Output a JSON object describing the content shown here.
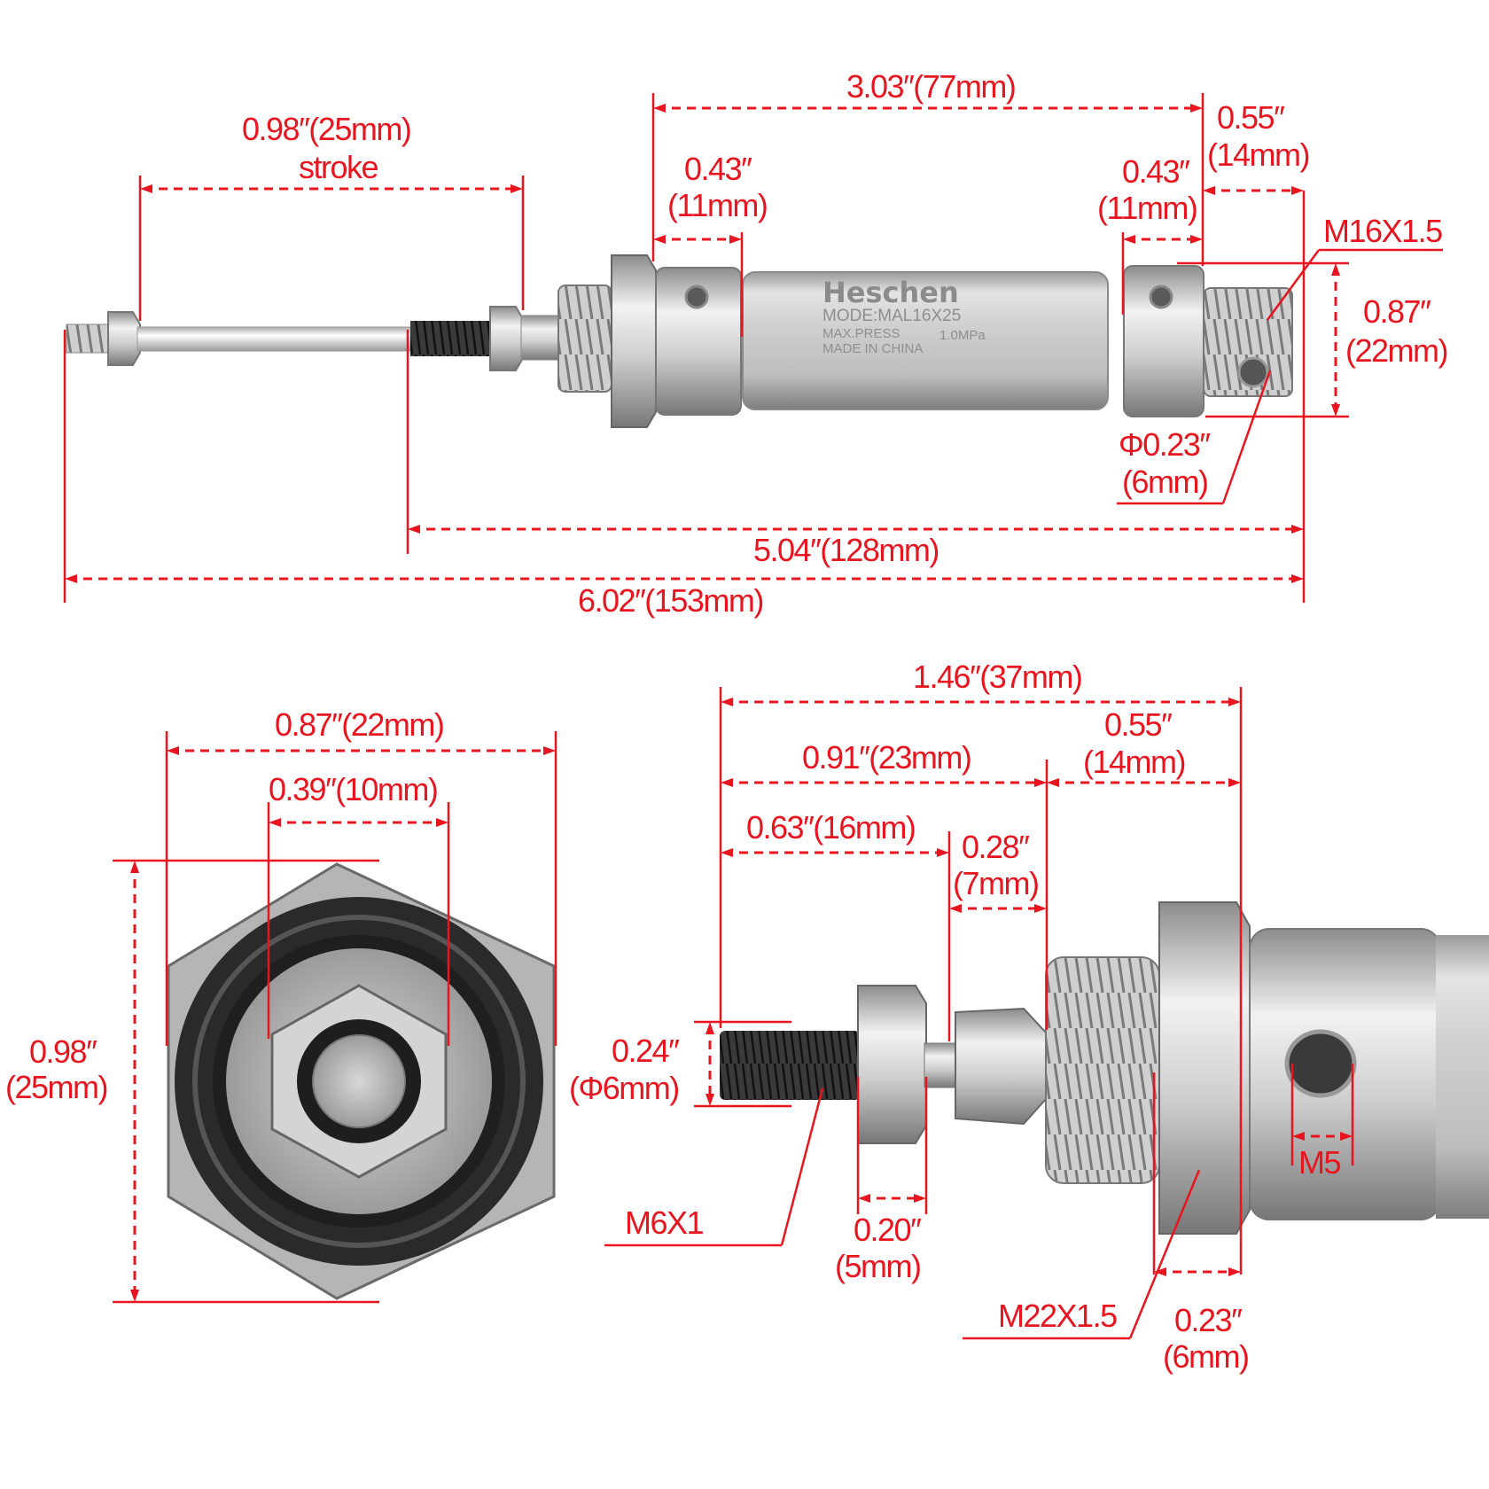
{
  "cylinder": {
    "brand": "Heschen",
    "model": "MODE:MAL16X25",
    "pressure_label": "MAX.PRESS",
    "pressure_value": "1.0MPa",
    "origin": "MADE IN CHINA"
  },
  "side_view": {
    "stroke_dim": "0.98″(25mm)",
    "stroke_word": "stroke",
    "body_length": "3.03″(77mm)",
    "front_cap_top": "0.43″",
    "front_cap_bottom": "(11mm)",
    "rear_cap_top": "0.43″",
    "rear_cap_bottom": "(11mm)",
    "rear_thread_len_top": "0.55″",
    "rear_thread_len_bottom": "(14mm)",
    "rear_thread": "M16X1.5",
    "rear_dia_top": "0.87″",
    "rear_dia_bottom": "(22mm)",
    "hole_top": "Φ0.23″",
    "hole_bottom": "(6mm)",
    "retracted_length": "5.04″(128mm)",
    "extended_length": "6.02″(153mm)"
  },
  "end_view": {
    "outer_width": "0.87″(22mm)",
    "nut_width": "0.39″(10mm)",
    "height_top": "0.98″",
    "height_bottom": "(25mm)"
  },
  "detail_view": {
    "total": "1.46″(37mm)",
    "front_section": "0.91″(23mm)",
    "thread_top": "0.55″",
    "thread_bottom": "(14mm)",
    "rod_thread_len": "0.63″(16mm)",
    "neck_top": "0.28″",
    "neck_bottom": "(7mm)",
    "rod_dia_top": "0.24″",
    "rod_dia_bottom": "(Φ6mm)",
    "rod_thread": "M6X1",
    "rod_nut_top": "0.20″",
    "rod_nut_bottom": "(5mm)",
    "port": "M5",
    "mount_thread": "M22X1.5",
    "mount_nut_top": "0.23″",
    "mount_nut_bottom": "(6mm)"
  }
}
